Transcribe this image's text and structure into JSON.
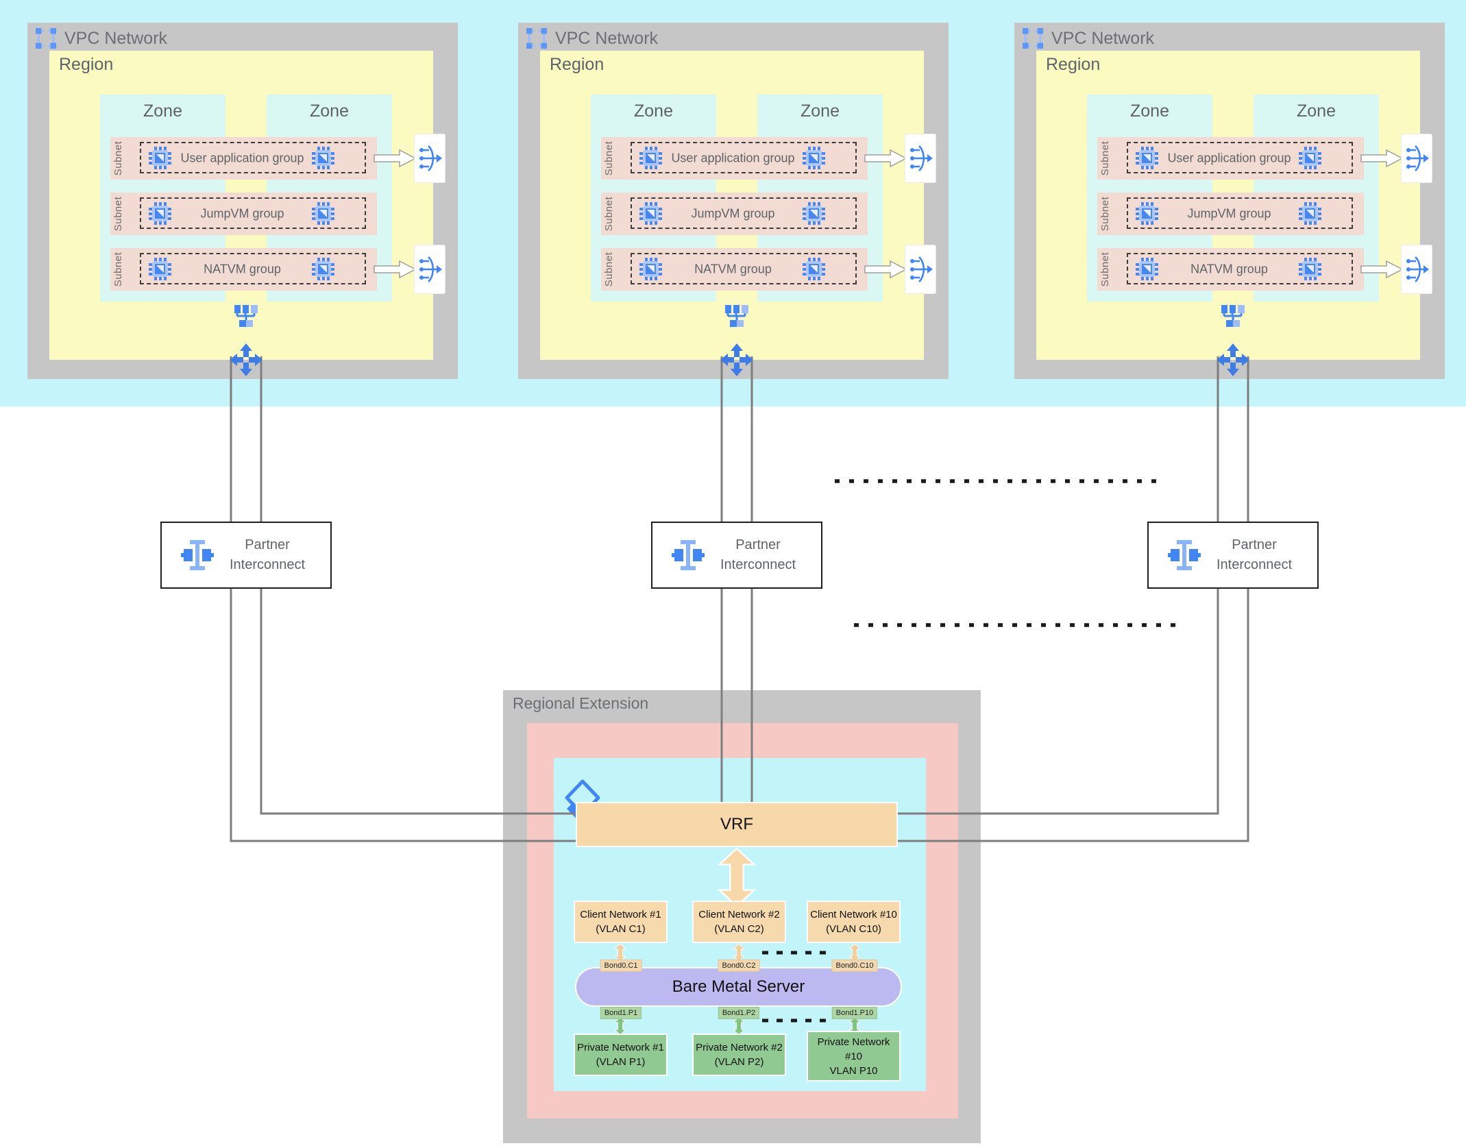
{
  "vpcs": [
    {
      "title": "VPC Network",
      "region": "Region",
      "zones": [
        "Zone",
        "Zone"
      ],
      "subnet": "Subnet",
      "groups": [
        "User application group",
        "JumpVM group",
        "NATVM group"
      ]
    },
    {
      "title": "VPC Network",
      "region": "Region",
      "zones": [
        "Zone",
        "Zone"
      ],
      "subnet": "Subnet",
      "groups": [
        "User application group",
        "JumpVM group",
        "NATVM group"
      ]
    },
    {
      "title": "VPC Network",
      "region": "Region",
      "zones": [
        "Zone",
        "Zone"
      ],
      "subnet": "Subnet",
      "groups": [
        "User application group",
        "JumpVM group",
        "NATVM group"
      ]
    }
  ],
  "interconnects": [
    {
      "label": "Partner Interconnect"
    },
    {
      "label": "Partner Interconnect"
    },
    {
      "label": "Partner Interconnect"
    }
  ],
  "regional_extension": {
    "title": "Regional Extension",
    "vrf": "VRF",
    "bare_metal_server": "Bare Metal Server",
    "client_networks": [
      [
        "Client Network #1",
        "(VLAN C1)"
      ],
      [
        "Client Network #2",
        "(VLAN C2)"
      ],
      [
        "Client Network #10",
        "(VLAN C10)"
      ]
    ],
    "bond0": [
      "Bond0.C1",
      "Bond0.C2",
      "Bond0.C10"
    ],
    "bond1": [
      "Bond1.P1",
      "Bond1.P2",
      "Bond1.P10"
    ],
    "private_networks": [
      [
        "Private Network #1",
        "(VLAN P1)"
      ],
      [
        "Private Network #2",
        "(VLAN P2)"
      ],
      [
        "Private Network",
        "#10",
        "VLAN P10"
      ]
    ]
  },
  "icons": {
    "vpc_header": "vpc-network-icon",
    "subnet_vm": "vm-chip-icon",
    "load_balancer": "load-balancer-icon",
    "network_switch": "network-switch-icon",
    "routes": "move-arrows-icon",
    "partner_interconnect": "interconnect-icon",
    "regional_extension": "layers-icon",
    "vrf_flow": "double-arrow-icon"
  },
  "colors": {
    "top_band": "#c5f4fa",
    "container_gray": "#c6c6c6",
    "region_yellow": "#fbfbc1",
    "zone_cyan": "#d9f8f3",
    "subnet_pink": "#f1dbd3",
    "icon_blue": "#4285f4",
    "line_gray": "#7d7d7d",
    "vrf_tan": "#f6d8a9",
    "client_tan": "#f6d9ac",
    "server_purple": "#bcb9f1",
    "private_green": "#90c991",
    "extension_pink": "#f6c9c4",
    "extension_cyan": "#c2f5fa"
  }
}
